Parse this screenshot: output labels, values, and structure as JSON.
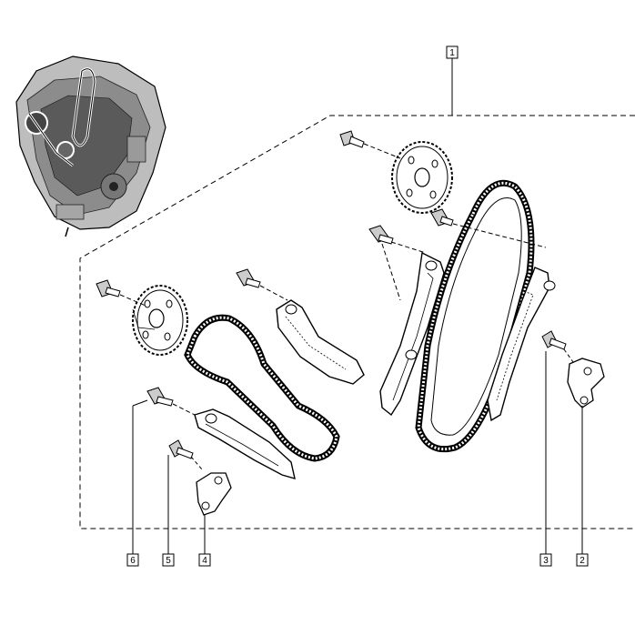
{
  "callouts": [
    {
      "id": "1",
      "text": "1"
    },
    {
      "id": "2",
      "text": "2"
    },
    {
      "id": "3",
      "text": "3"
    },
    {
      "id": "4",
      "text": "4"
    },
    {
      "id": "5",
      "text": "5"
    },
    {
      "id": "6",
      "text": "6"
    }
  ],
  "colors": {
    "line": "#000000",
    "shade": "#d9d9d9",
    "background": "#ffffff"
  }
}
